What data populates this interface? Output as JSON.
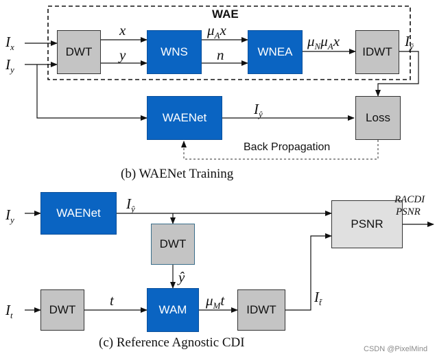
{
  "training": {
    "group_title": "WAE",
    "blocks": {
      "dwt": "DWT",
      "wns": "WNS",
      "wnea": "WNEA",
      "idwt": "IDWT",
      "waenet": "WAENet",
      "loss": "Loss"
    },
    "inputs": {
      "ix_base": "I",
      "ix_sub": "x",
      "iy_base": "I",
      "iy_sub": "y"
    },
    "signals": {
      "x": "x",
      "y": "y",
      "mu_a_x_base": "μ",
      "mu_a_x_sub": "A",
      "mu_a_x_tail": "x",
      "n": "n",
      "mu_n_mu_a_x_b1": "μ",
      "mu_n_mu_a_x_s1": "N",
      "mu_n_mu_a_x_b2": "μ",
      "mu_n_mu_a_x_s2": "A",
      "mu_n_mu_a_x_tail": "x",
      "i_ytilde_base": "I",
      "i_ytilde_sub": "ỹ",
      "i_yhat_base": "I",
      "i_yhat_sub": "ŷ"
    },
    "backprop_label": "Back Propagation",
    "caption": "(b) WAENet Training"
  },
  "inference": {
    "blocks": {
      "waenet": "WAENet",
      "dwt_top": "DWT",
      "psnr": "PSNR",
      "dwt": "DWT",
      "wam": "WAM",
      "idwt": "IDWT"
    },
    "inputs": {
      "iy_base": "I",
      "iy_sub": "y",
      "it_base": "I",
      "it_sub": "t"
    },
    "signals": {
      "i_yhat_base": "I",
      "i_yhat_sub": "ŷ",
      "yhat": "ŷ",
      "t": "t",
      "mu_m_t_base": "μ",
      "mu_m_t_sub": "M",
      "mu_m_t_tail": "t",
      "i_ttilde_base": "I",
      "i_ttilde_sub": "t̃"
    },
    "outputs": {
      "racdi": "RACDI",
      "psnr": "PSNR"
    },
    "caption": "(c) Reference Agnostic CDI"
  },
  "watermark": "CSDN @PixelMind"
}
